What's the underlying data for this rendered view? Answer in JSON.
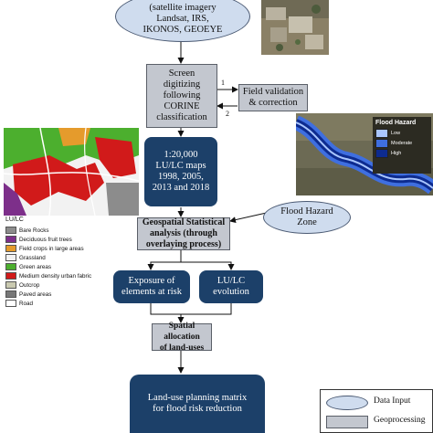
{
  "flow": {
    "data_input_top": "(satellite imagery\nLandsat, IRS,\nIKONOS, GEOEYE",
    "screen_digitizing": "Screen\ndigitizing\nfollowing\nCORINE\nclassification",
    "field_validation": "Field validation\n& correction",
    "arrow1_label": "1",
    "arrow2_label": "2",
    "lulc_maps": "1:20,000\nLU/LC maps\n1998, 2005,\n2013 and 2018",
    "flood_hazard_zone": "Flood Hazard\nZone",
    "geospatial_analysis": "Geospatial Statistical\nanalysis (through\noverlaying process)",
    "exposure": "Exposure of\nelements at risk",
    "lulc_evolution": "LU/LC\nevolution",
    "spatial_allocation": "Spatial allocation\nof land-uses",
    "planning_matrix": "Land-use planning matrix\nfor flood risk reduction"
  },
  "lulc_legend": {
    "title": "LU/LC",
    "items": [
      {
        "label": "Bare Rocks",
        "color": "#8c8c8c"
      },
      {
        "label": "Deciduous fruit trees",
        "color": "#7d2f8a"
      },
      {
        "label": "Field crops in large areas",
        "color": "#e59b2c"
      },
      {
        "label": "Grassland",
        "color": "#f2f2f2"
      },
      {
        "label": "Green areas",
        "color": "#4caf2e"
      },
      {
        "label": "Medium density urban fabric",
        "color": "#d11a1a"
      },
      {
        "label": "Outcrop",
        "color": "#c9c9b0"
      },
      {
        "label": "Paved areas",
        "color": "#777777"
      },
      {
        "label": "Road",
        "color": "#ffffff"
      }
    ]
  },
  "flood_legend": {
    "title": "Flood Hazard",
    "items": [
      {
        "label": "Low",
        "color": "#a9c6ff"
      },
      {
        "label": "Moderate",
        "color": "#3f6fe0"
      },
      {
        "label": "High",
        "color": "#0d2b8f"
      }
    ]
  },
  "key": {
    "data_input": "Data Input",
    "geoprocessing": "Geoprocessing"
  }
}
